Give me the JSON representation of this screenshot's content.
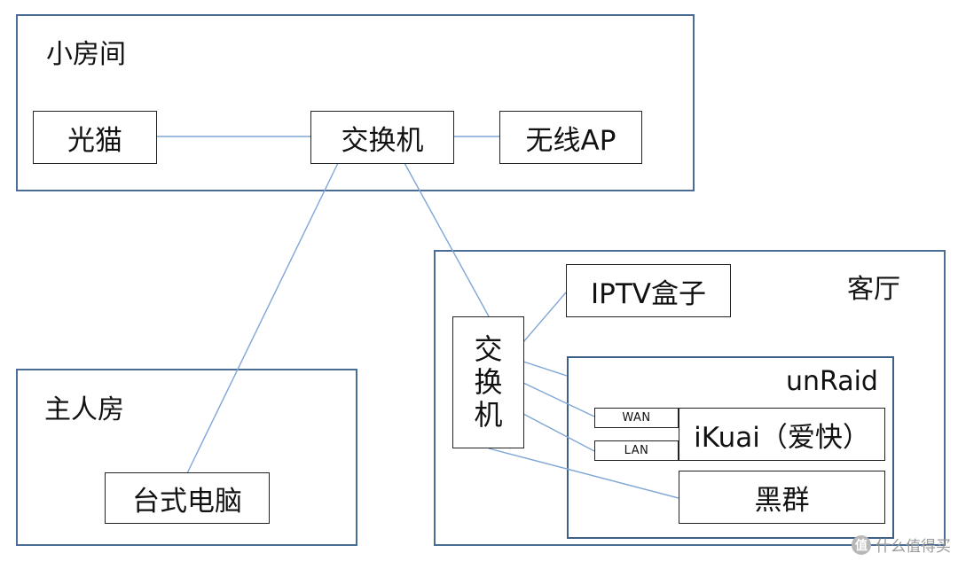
{
  "rooms": {
    "small_room": "小房间",
    "master_room": "主人房",
    "living_room": "客厅"
  },
  "devices": {
    "optical_modem": "光猫",
    "switch_small_room": "交换机",
    "wireless_ap": "无线AP",
    "desktop_pc": "台式电脑",
    "switch_living_room": [
      "交",
      "换",
      "机"
    ],
    "iptv_box": "IPTV盒子",
    "unraid": "unRaid",
    "wan_port": "WAN",
    "lan_port": "LAN",
    "ikuai": "iKuai（爱快）",
    "synology": "黑群"
  },
  "colors": {
    "room_border": "#4a6d95",
    "link_line": "#7fa6d6",
    "box_border": "#222222"
  },
  "watermark": {
    "icon": "值",
    "text": "什么值得买"
  }
}
